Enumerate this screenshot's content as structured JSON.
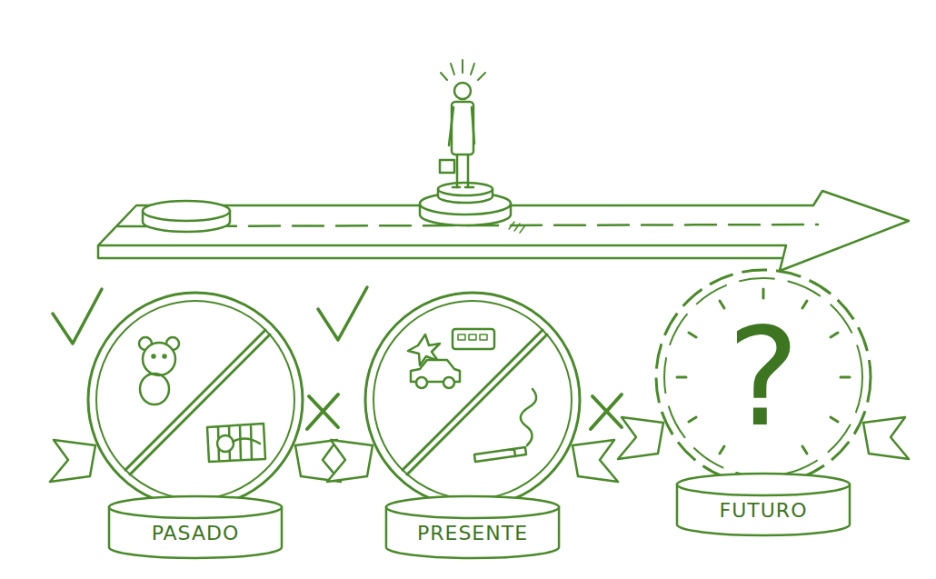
{
  "diagram": {
    "nodes": [
      {
        "text": [
          "PASADO"
        ]
      },
      {
        "text": [
          "PRESENTE"
        ]
      },
      {
        "text": [
          "?",
          "FUTURO"
        ]
      }
    ]
  }
}
